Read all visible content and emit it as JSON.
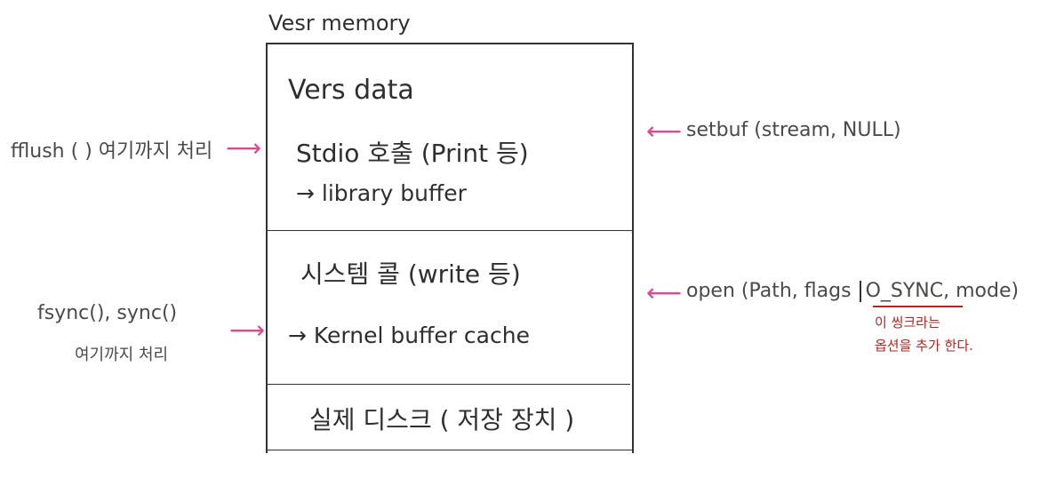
{
  "title": "Vesr memory",
  "box": {
    "section1": {
      "line1": "Vers data",
      "line2": "Stdio 호출 (Print 등)",
      "line3": "→ library buffer"
    },
    "section2": {
      "line1": "시스템 콜 (write 등)",
      "line2": "→ Kernel buffer cache"
    },
    "section3": {
      "line1": "실제 디스크 ( 저장 장치 )"
    }
  },
  "left": {
    "fflush": "fflush ( ) 여기까지 처리",
    "fsync_line1": "fsync(), sync()",
    "fsync_line2": "여기까지 처리"
  },
  "right": {
    "setbuf": "setbuf (stream, NULL)",
    "open_prefix": "open (Path, flags ",
    "open_flag": "O_SYNC",
    "open_suffix": ", mode)",
    "note_line1": "이 씽크라는",
    "note_line2": "옵션을 추가 한다."
  },
  "arrows": {
    "right": "⟶",
    "left": "⟵"
  },
  "colors": {
    "ink": "#2f2f2f",
    "pink": "#e0488f",
    "red": "#b3261e"
  }
}
